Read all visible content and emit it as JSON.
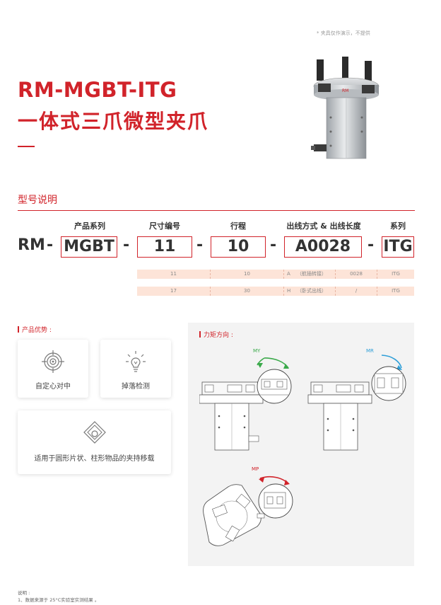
{
  "note_top": "* 夹具仅作演示，不提供",
  "title": {
    "model": "RM-MGBT-ITG",
    "name": "一体式三爪微型夹爪"
  },
  "section": {
    "title": "型号说明"
  },
  "model_code": {
    "prefix": "RM",
    "separator": "-",
    "headers": [
      "产品系列",
      "尺寸编号",
      "行程",
      "出线方式 & 出线长度",
      "系列"
    ],
    "values": [
      "MGBT",
      "11",
      "10",
      "A0028",
      "ITG"
    ]
  },
  "options": [
    {
      "size": "11",
      "stroke": "10",
      "wire_code": "A",
      "wire_type": "（航插转接）",
      "length": "0028",
      "series": "ITG"
    },
    {
      "size": "17",
      "stroke": "30",
      "wire_code": "H",
      "wire_type": "（卧式出线）",
      "length": "/",
      "series": "ITG"
    }
  ],
  "advantages": {
    "title": "产品优势 :",
    "items": [
      {
        "label": "自定心对中",
        "icon": "target-icon"
      },
      {
        "label": "掉落检测",
        "icon": "lightbulb-icon"
      },
      {
        "label": "适用于圆形片状、柱形物品的夹持移载",
        "icon": "grip-diamond-icon"
      }
    ]
  },
  "torque": {
    "title": "力矩方向 :",
    "my": {
      "label": "MY",
      "color": "#3aa94a"
    },
    "mr": {
      "label": "MR",
      "color": "#2f9fd8"
    },
    "mp": {
      "label": "MP",
      "color": "#d1232a"
    }
  },
  "footnotes": {
    "title": "说明 :",
    "items": [
      "1、数据来源于 25°C实验室实测结果 。"
    ]
  },
  "colors": {
    "accent": "#d1232a",
    "option_bg": "#fde4d8"
  }
}
